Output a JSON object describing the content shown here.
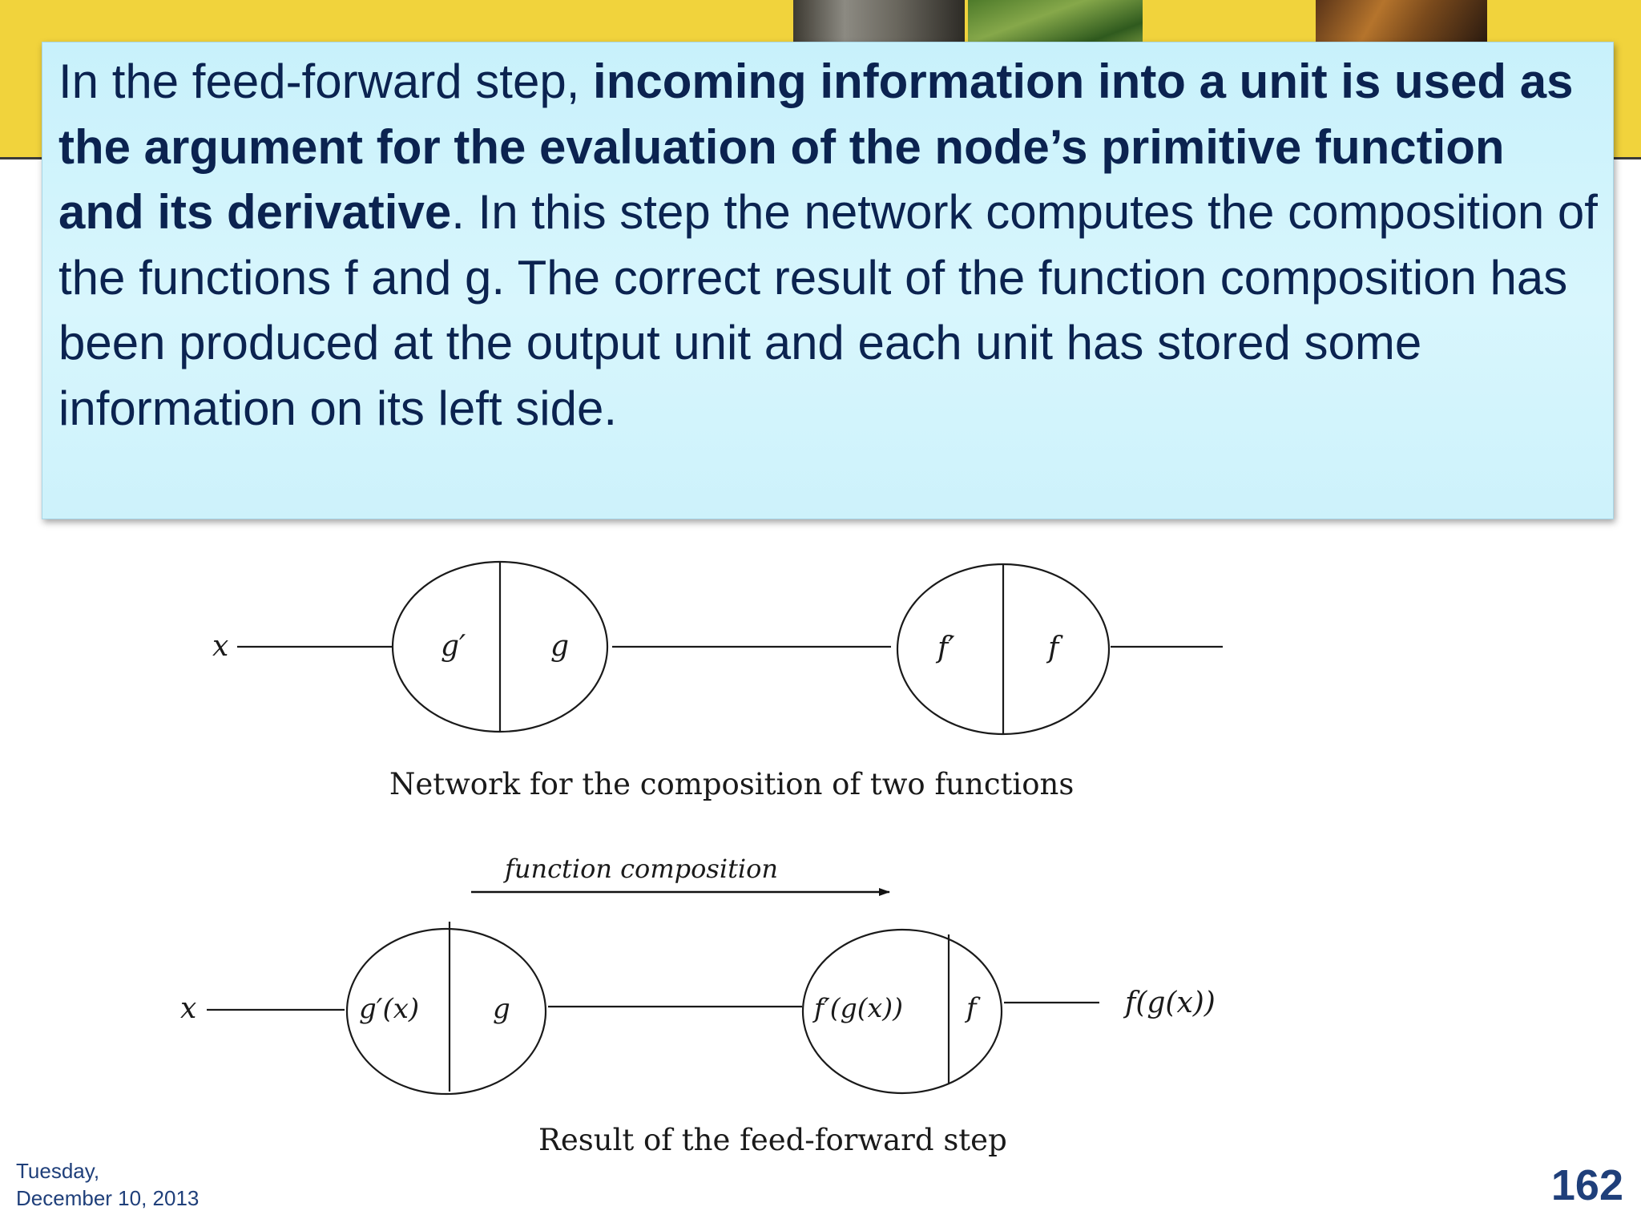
{
  "body": {
    "segments": [
      {
        "text": "In the feed-forward step, ",
        "bold": false
      },
      {
        "text": "incoming information into a unit is used as the argument for the evaluation of the node’s primitive function and its derivative",
        "bold": true
      },
      {
        "text": ". In this step the network computes the composition of the functions f and g. The correct result of the function composition has been produced at the output unit and each unit has stored some information on its left side.",
        "bold": false
      }
    ]
  },
  "diagram_top": {
    "input_label": "x",
    "node_g": {
      "left": "g′",
      "right": "g"
    },
    "node_f": {
      "left": "f′",
      "right": "f"
    },
    "caption": "Network for the composition of two functions"
  },
  "diagram_bottom": {
    "arrow_label": "function composition",
    "input_label": "x",
    "node_g": {
      "left": "g′(x)",
      "right": "g"
    },
    "node_f": {
      "left": "f′(g(x))",
      "right": "f"
    },
    "output_label": "f(g(x))",
    "caption": "Result of the feed-forward step"
  },
  "footer": {
    "date_line1": "Tuesday,",
    "date_line2": "December 10, 2013",
    "page_number": "162"
  },
  "colors": {
    "band": "#f1d33c",
    "box": "#cdf2fb",
    "text": "#0b2350",
    "footer": "#1f3f7a"
  }
}
